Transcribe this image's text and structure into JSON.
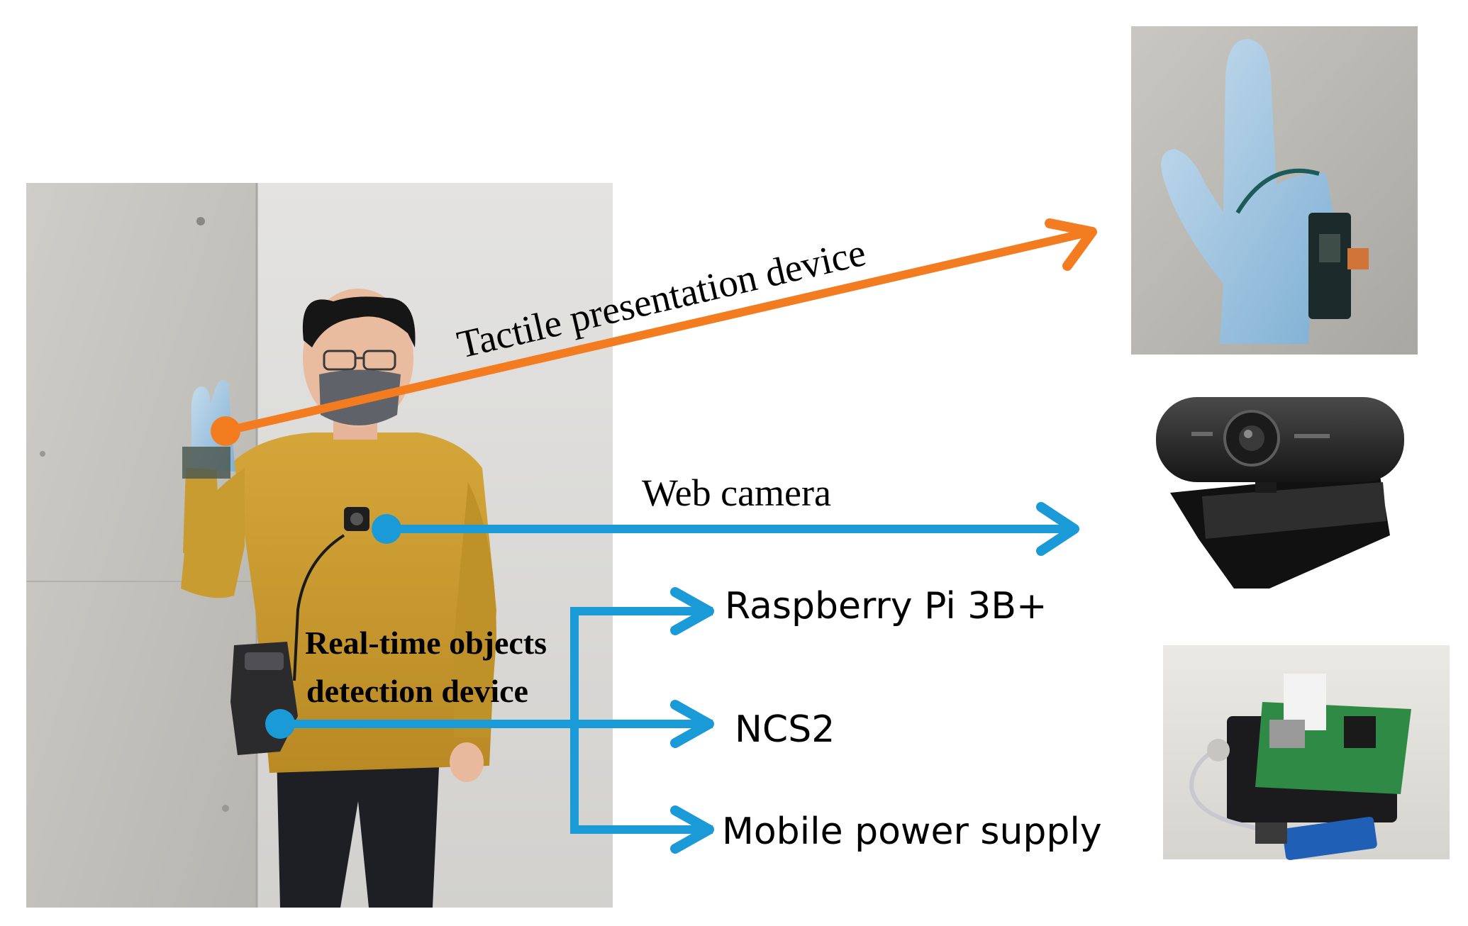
{
  "labels": {
    "tactile": "Tactile presentation device",
    "webcam": "Web camera",
    "raspberry": "Raspberry Pi 3B+",
    "ncs2": "NCS2",
    "power": "Mobile power supply",
    "detection_line1": "Real-time objects",
    "detection_line2": "detection device"
  },
  "colors": {
    "tactile_arrow": "#f47c20",
    "device_arrows": "#1a9ad6",
    "text": "#000000"
  },
  "photos": {
    "person": "person-wearing-devices-photo",
    "glove": "glove-tactile-device-photo",
    "webcam": "web-camera-photo",
    "raspberry": "raspberry-pi-with-power-bank-photo"
  }
}
